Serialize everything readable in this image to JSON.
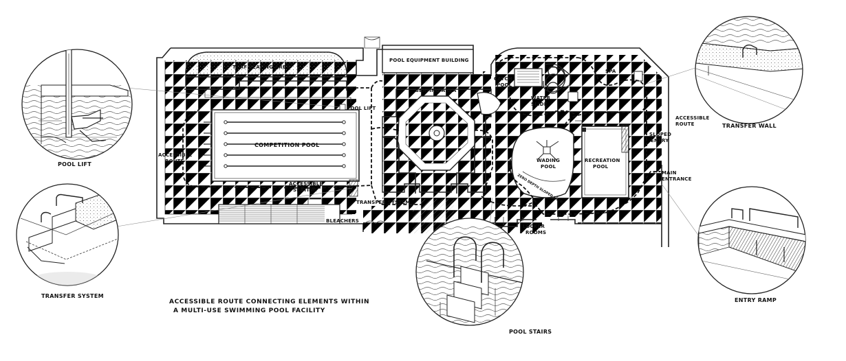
{
  "labels": {
    "turf_seating_area": "TURF SEATING AREA",
    "pool_equipment_building": "POOL EQUIPMENT BUILDING",
    "seating_area": "SEATING AREA",
    "catch_pool": [
      "CATCH",
      "POOL"
    ],
    "water_slide": [
      "WATER",
      "SLIDE"
    ],
    "spa": "SPA",
    "pool_lift": "POOL LIFT",
    "competition_pool": "COMPETITION POOL",
    "accessible_route_left": [
      "ACCESSIBLE",
      "ROUTE"
    ],
    "accessible_seating": [
      "ACCESSIBLE",
      "SEATING"
    ],
    "transfer_system": "TRANSFER SYSTEM",
    "bleachers": "BLEACHERS",
    "wading_pool": [
      "WADING",
      "POOL"
    ],
    "zero_depth": "ZERO DEPTH SLOPED ENTRY",
    "recreation_pool": [
      "RECREATION",
      "POOL"
    ],
    "accessible_route_right": [
      "ACCESSIBLE",
      "ROUTE"
    ],
    "sloped_entry": [
      "SLOPED",
      "ENTRY"
    ],
    "main_entrance": [
      "MAIN",
      "ENTRANCE"
    ],
    "locker_rooms": [
      "LOCKER",
      "ROOMS"
    ]
  },
  "callouts": {
    "pool_lift": "POOL LIFT",
    "transfer_system": "TRANSFER SYSTEM",
    "pool_stairs": "POOL STAIRS",
    "transfer_wall": "TRANSFER WALL",
    "entry_ramp": "ENTRY RAMP"
  },
  "caption": [
    "ACCESSIBLE ROUTE CONNECTING ELEMENTS WITHIN",
    "A MULTI-USE SWIMMING POOL FACILITY"
  ]
}
